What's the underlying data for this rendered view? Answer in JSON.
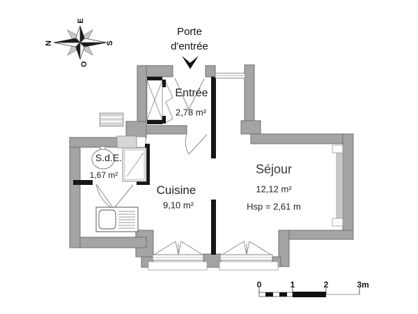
{
  "entrance": {
    "label": "Porte d'entrée"
  },
  "compass": {
    "north": "N",
    "east": "E",
    "south": "S",
    "west": "O"
  },
  "rooms": {
    "entree": {
      "name": "Entrée",
      "area": "2,78 m²"
    },
    "sde": {
      "name": "S.d.E.",
      "area": "1,67 m²"
    },
    "cuisine": {
      "name": "Cuisine",
      "area": "9,10 m²"
    },
    "sejour": {
      "name": "Séjour",
      "area": "12,12 m²",
      "ceiling_height": "Hsp = 2,61 m"
    }
  },
  "scale_bar": {
    "labels": [
      "0",
      "1",
      "2",
      "3m"
    ]
  },
  "colors": {
    "wall_gray": "#a4a4a4",
    "wall_outline": "#6f6f6f",
    "partition_black": "#161616",
    "fixture_light_gray": "#d6d6d6",
    "window_strip_gray": "#c9c9c9",
    "text_black": "#1c1c1c"
  }
}
